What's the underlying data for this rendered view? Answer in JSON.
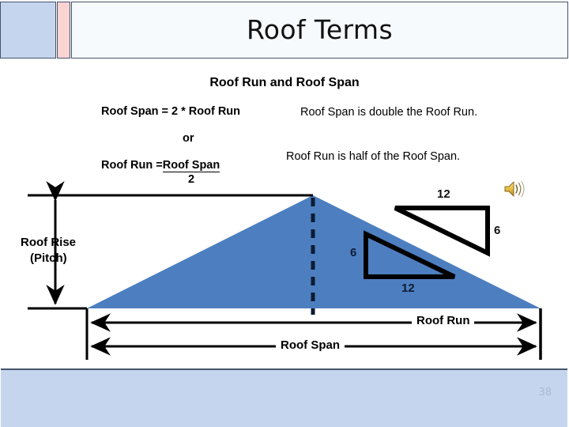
{
  "slide": {
    "title": "Roof Terms",
    "page_number": "38",
    "subheading": "Roof Run and Roof Span"
  },
  "header": {
    "accent_blue": "#c5d5ed",
    "accent_pink": "#fad3d3",
    "border_color": "#44546a",
    "title_panel_fill": "#f7fafd"
  },
  "equations": {
    "span_formula": "Roof Span = 2 * Roof Run",
    "or_label": "or",
    "run_formula_lhs": "Roof Run = ",
    "run_formula_numerator": "Roof Span",
    "run_formula_denominator": "2"
  },
  "notes": {
    "note_1": "Roof Span is double the Roof Run.",
    "note_2": "Roof Run is half of the Roof Span."
  },
  "icons": {
    "speaker": "speaker-icon"
  },
  "diagram": {
    "roof_fill": "#4d7fc0",
    "line_color": "#000000",
    "labels": {
      "roof_rise_line1": "Roof Rise",
      "roof_rise_line2": "(Pitch)",
      "roof_run": "Roof Run",
      "roof_span": "Roof Span",
      "pitch_top_run": "12",
      "pitch_top_rise": "6",
      "pitch_bottom_rise": "6",
      "pitch_bottom_run": "12"
    }
  },
  "footer": {
    "fill": "#c5d5ed",
    "border_color": "#44546a",
    "page_number_color": "#a8bad6"
  }
}
